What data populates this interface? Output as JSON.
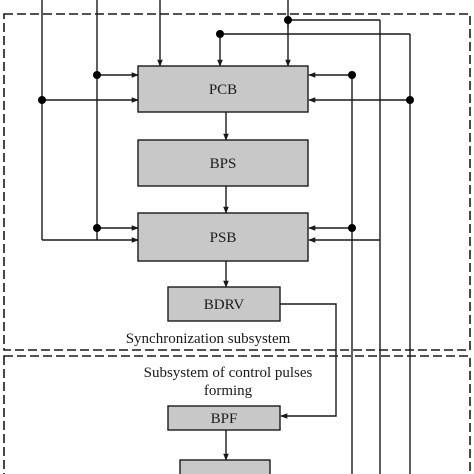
{
  "blocks": {
    "pcb": "PCB",
    "bps": "BPS",
    "psb": "PSB",
    "bdrv": "BDRV",
    "bpf": "BPF"
  },
  "subsystems": {
    "sync": "Synchronization subsystem",
    "control_line1": "Subsystem of control pulses",
    "control_line2": "forming"
  },
  "colors": {
    "block_fill": "#c8c8c8",
    "line": "#1a1a1a"
  }
}
